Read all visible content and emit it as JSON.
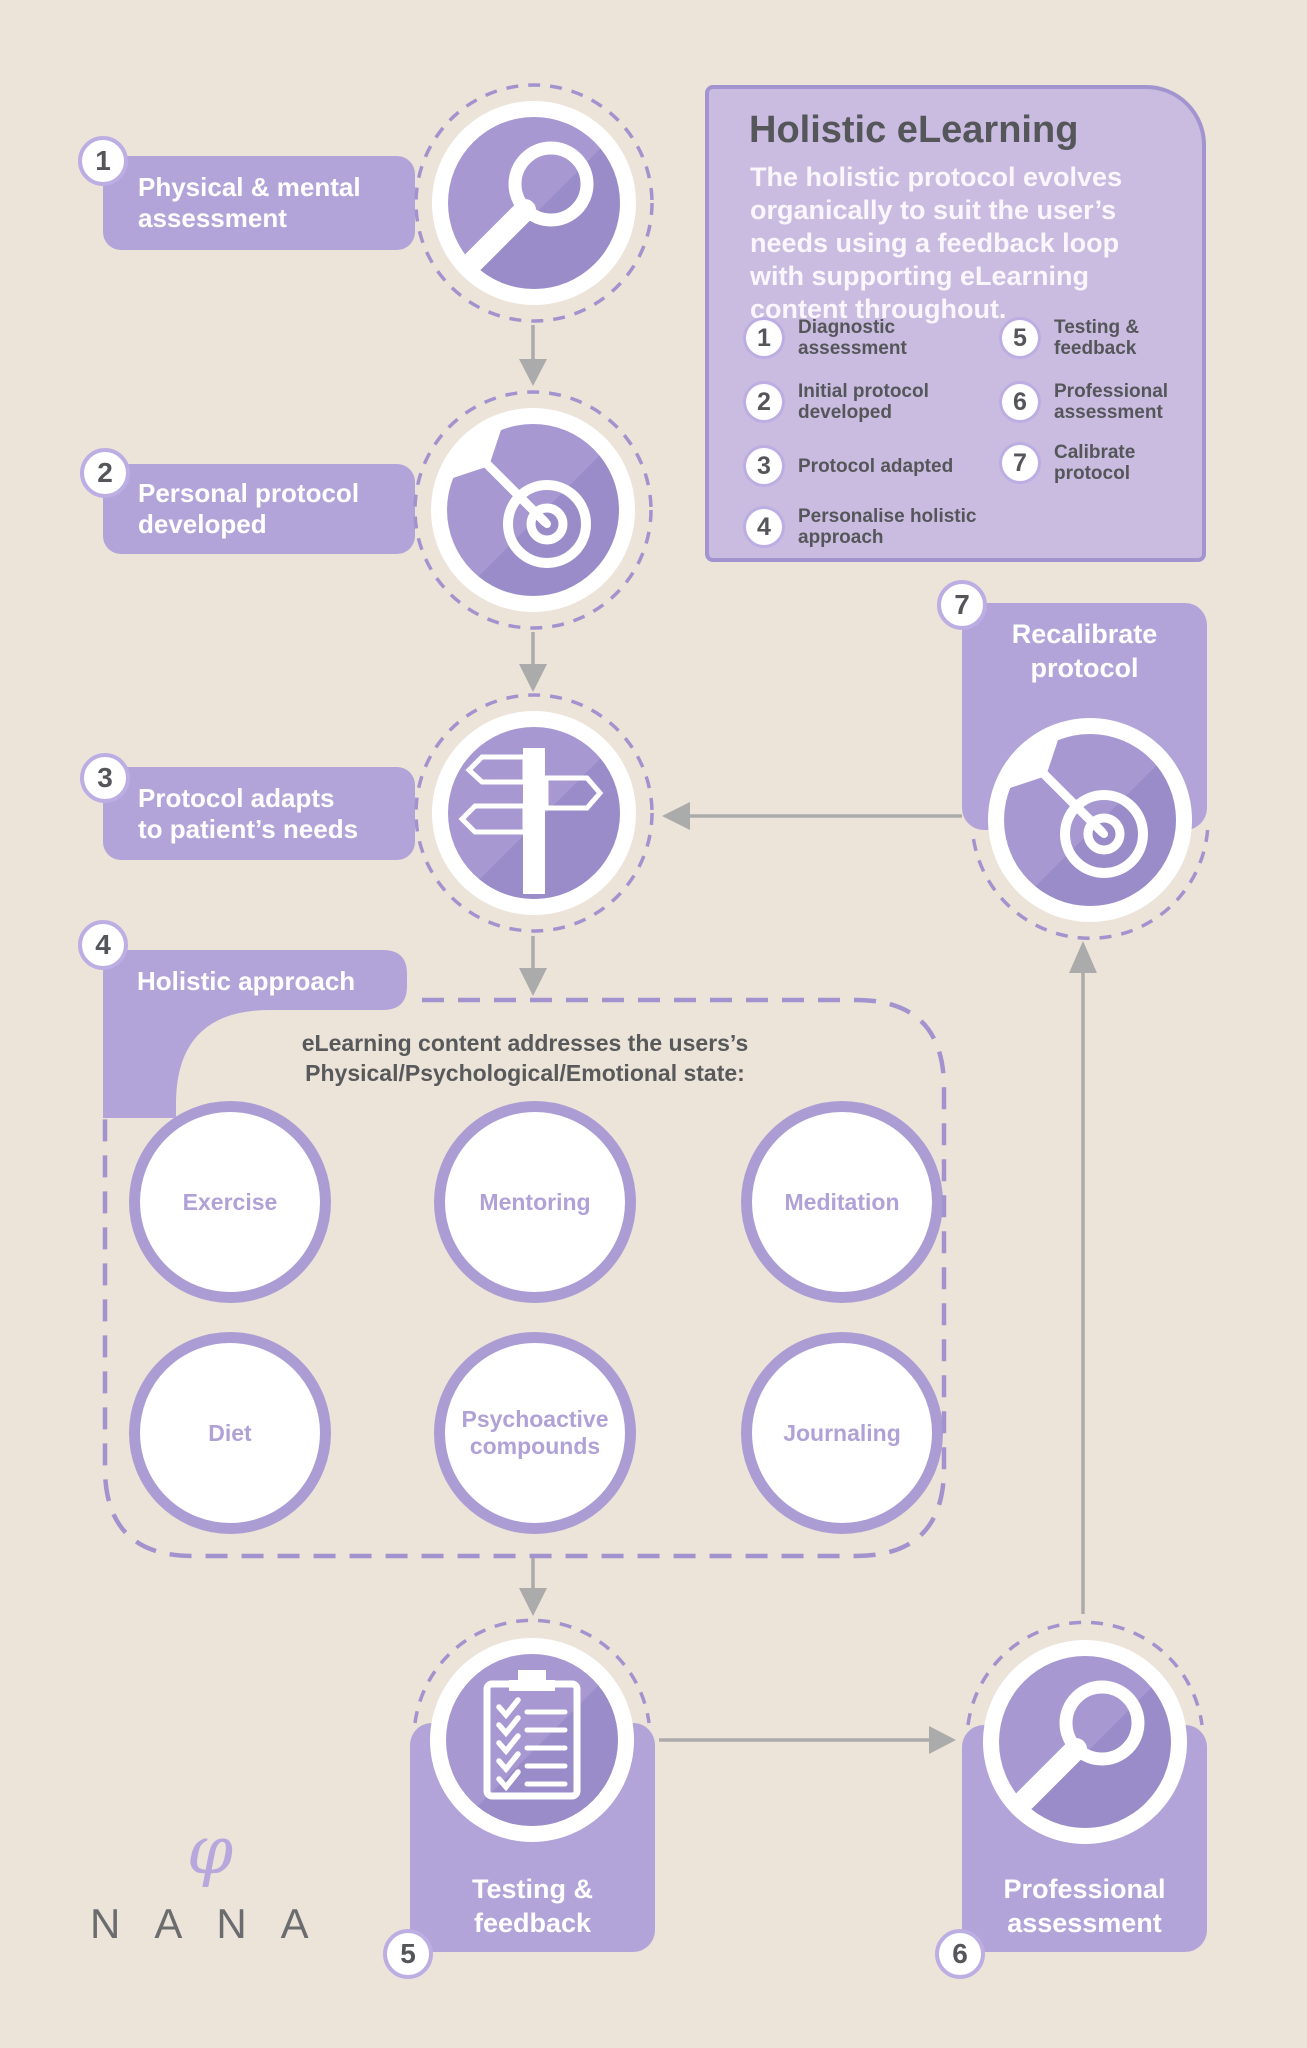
{
  "colors": {
    "background": "#ece3d9",
    "purple_light": "#b2a4d8",
    "purple_disc": "#a798d2",
    "purple_border": "#a294cf",
    "legend_fill": "#c9bce0",
    "text_dark": "#58595b",
    "text_white": "#ffffff",
    "arrow_gray": "#ababab",
    "circle_label_purple": "#b0a2d6",
    "logo_gray": "#6b6c6f",
    "logo_phi_purple": "#b6a8dc"
  },
  "steps": {
    "s1": {
      "num": "1",
      "line1": "Physical & mental",
      "line2": "assessment",
      "icon": "magnifier-icon"
    },
    "s2": {
      "num": "2",
      "line1": "Personal protocol",
      "line2": "developed",
      "icon": "target-dart-icon"
    },
    "s3": {
      "num": "3",
      "line1": "Protocol adapts",
      "line2": "to patient’s needs",
      "icon": "signpost-icon"
    },
    "s4": {
      "num": "4",
      "label": "Holistic approach"
    },
    "s5": {
      "num": "5",
      "line1": "Testing &",
      "line2": "feedback",
      "icon": "clipboard-checklist-icon"
    },
    "s6": {
      "num": "6",
      "line1": "Professional",
      "line2": "assessment",
      "icon": "magnifier-icon"
    },
    "s7": {
      "num": "7",
      "line1": "Recalibrate",
      "line2": "protocol",
      "icon": "target-dart-icon"
    }
  },
  "legend": {
    "title": "Holistic eLearning",
    "description_lines": [
      "The holistic protocol evolves",
      "organically to suit the user’s",
      "needs using a feedback loop",
      "with supporting eLearning",
      "content throughout."
    ],
    "items": [
      {
        "num": "1",
        "line1": "Diagnostic",
        "line2": "assessment"
      },
      {
        "num": "2",
        "line1": "Initial protocol",
        "line2": "developed"
      },
      {
        "num": "3",
        "line1": "Protocol adapted",
        "line2": ""
      },
      {
        "num": "4",
        "line1": "Personalise holistic",
        "line2": "approach"
      },
      {
        "num": "5",
        "line1": "Testing &",
        "line2": "feedback"
      },
      {
        "num": "6",
        "line1": "Professional",
        "line2": "assessment"
      },
      {
        "num": "7",
        "line1": "Calibrate",
        "line2": "protocol"
      }
    ]
  },
  "holistic_box": {
    "heading_line1": "eLearning content addresses the users’s",
    "heading_line2": "Physical/Psychological/Emotional state:",
    "circles": [
      "Exercise",
      "Mentoring",
      "Meditation",
      "Diet",
      "Psychoactive compounds",
      "Journaling"
    ]
  },
  "logo": {
    "symbol": "φ",
    "name": "NANA"
  }
}
